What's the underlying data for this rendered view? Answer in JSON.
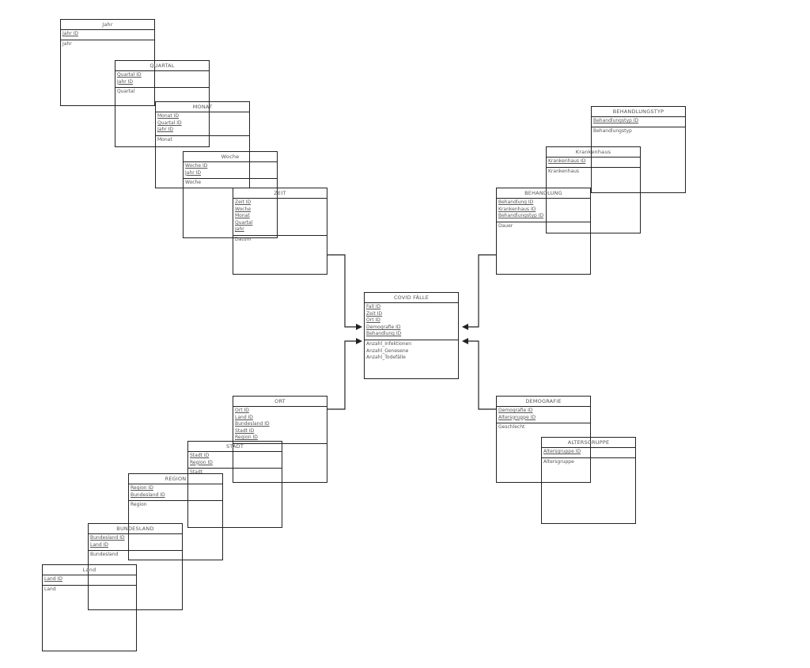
{
  "entities": [
    {
      "id": "jahr",
      "title": "Jahr",
      "keys": [
        "Jahr ID"
      ],
      "attrs": [
        "Jahr"
      ]
    },
    {
      "id": "quartal",
      "title": "QUARTAL",
      "keys": [
        "Quartal ID",
        "Jahr ID"
      ],
      "attrs": [
        "Quartal"
      ]
    },
    {
      "id": "monat",
      "title": "MONAT",
      "keys": [
        "Monat ID",
        "Quartal ID",
        "Jahr ID"
      ],
      "attrs": [
        "Monat"
      ]
    },
    {
      "id": "woche",
      "title": "Woche",
      "keys": [
        "Woche ID",
        "Jahr ID"
      ],
      "attrs": [
        "Woche"
      ]
    },
    {
      "id": "zeit",
      "title": "ZEIT",
      "keys": [
        "Zeit ID",
        "Woche",
        "Monat",
        "Quartal",
        "Jahr"
      ],
      "attrs": [
        "Datum"
      ]
    },
    {
      "id": "covid",
      "title": "COVID FÄLLE",
      "keys": [
        "Fall ID",
        "Zeit ID",
        "Ort ID",
        "Demografie ID",
        "Behandlung ID"
      ],
      "attrs": [
        "Anzahl_Infektionen",
        "Anzahl_Genesene",
        "Anzahl_Todefälle"
      ]
    },
    {
      "id": "behandlungstyp",
      "title": "BEHANDLUNGSTYP",
      "keys": [
        "Behandlungstyp ID"
      ],
      "attrs": [
        "Behandlungstyp"
      ]
    },
    {
      "id": "krankenhaus",
      "title": "Krankenhaus",
      "keys": [
        "Krankenhaus ID"
      ],
      "attrs": [
        "Krankenhaus"
      ]
    },
    {
      "id": "behandlung",
      "title": "BEHANDLUNG",
      "keys": [
        "Behandlung ID",
        "Krankenhaus ID",
        "Behandlungstyp ID"
      ],
      "attrs": [
        "Dauer"
      ]
    },
    {
      "id": "ort",
      "title": "ORT",
      "keys": [
        "Ort ID",
        "Land ID",
        "Bundesland ID",
        "Stadt ID",
        "Region ID"
      ],
      "attrs": []
    },
    {
      "id": "stadt",
      "title": "STADT",
      "keys": [
        "Stadt ID",
        "Region ID"
      ],
      "attrs": [
        "Stadt"
      ]
    },
    {
      "id": "region",
      "title": "REGION",
      "keys": [
        "Region ID",
        "Bundesland ID"
      ],
      "attrs": [
        "Region"
      ]
    },
    {
      "id": "bundesland",
      "title": "BUNDESLAND",
      "keys": [
        "Bundesland ID",
        "Land ID"
      ],
      "attrs": [
        "Bundesland"
      ]
    },
    {
      "id": "land",
      "title": "Land",
      "keys": [
        "Land ID"
      ],
      "attrs": [
        "Land"
      ]
    },
    {
      "id": "demografie",
      "title": "DEMOGRAFIE",
      "keys": [
        "Demografie ID",
        "Altersgruppe ID"
      ],
      "attrs": [
        "Geschlecht"
      ]
    },
    {
      "id": "altersgruppe",
      "title": "ALTERSGRUPPE",
      "keys": [
        "Altersgruppe ID"
      ],
      "attrs": [
        "Altersgruppe"
      ]
    }
  ],
  "relations": [
    {
      "from": "zeit",
      "to": "covid"
    },
    {
      "from": "ort",
      "to": "covid"
    },
    {
      "from": "behandlung",
      "to": "covid"
    },
    {
      "from": "demografie",
      "to": "covid"
    }
  ],
  "colors": {
    "line": "#222222",
    "text": "#555555",
    "background": "#ffffff"
  }
}
